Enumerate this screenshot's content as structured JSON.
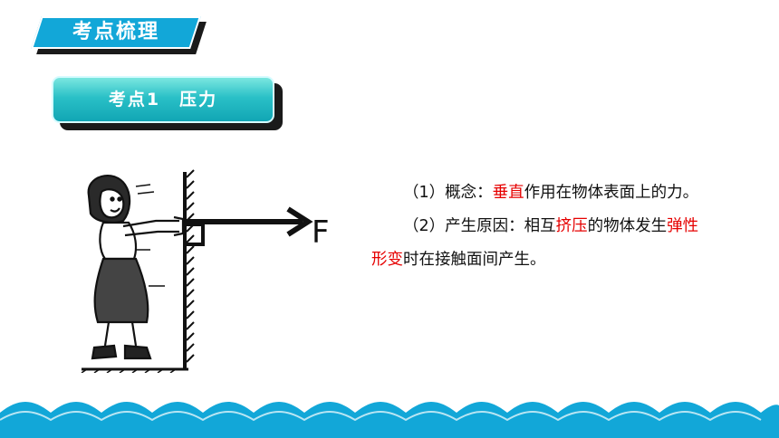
{
  "header": {
    "title": "考点梳理"
  },
  "section": {
    "title": "考点1　压力"
  },
  "illustration": {
    "force_label": "F"
  },
  "content": {
    "line1": {
      "prefix": "（1）概念：",
      "highlight": "垂直",
      "suffix": "作用在物体表面上的力。"
    },
    "line2": {
      "prefix": "（2）产生原因：相互",
      "highlight1": "挤压",
      "middle": "的物体发生",
      "highlight2": "弹性形变",
      "suffix": "时在接触面间产生。"
    }
  },
  "colors": {
    "banner": "#12a7d8",
    "subheading": "#2ac0c7",
    "highlight": "#e60000",
    "wave": "#12a7d8"
  }
}
